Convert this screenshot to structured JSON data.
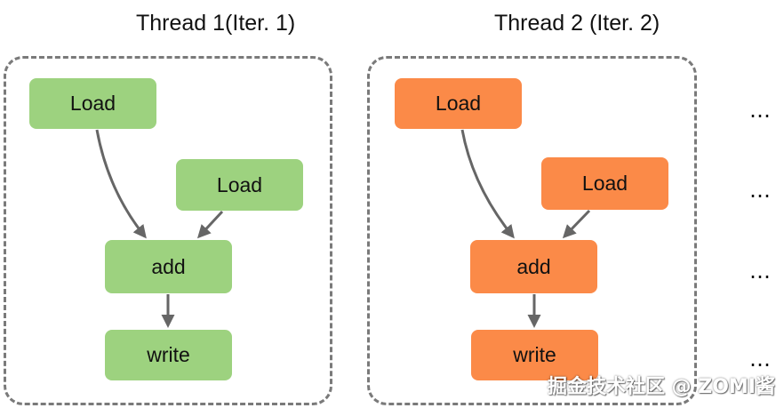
{
  "threads": [
    {
      "title": "Thread 1(Iter. 1)",
      "color": "#9dd27f",
      "nodes": {
        "load_a": "Load",
        "load_b": "Load",
        "add": "add",
        "write": "write"
      }
    },
    {
      "title": "Thread 2 (Iter. 2)",
      "color": "#fb8a48",
      "nodes": {
        "load_a": "Load",
        "load_b": "Load",
        "add": "add",
        "write": "write"
      }
    }
  ],
  "continuation": [
    "…",
    "…",
    "…",
    "…"
  ],
  "watermark": "掘金技术社区 @ ZOMI酱",
  "colors": {
    "arrow": "#666666",
    "border": "#7a7a7a"
  }
}
